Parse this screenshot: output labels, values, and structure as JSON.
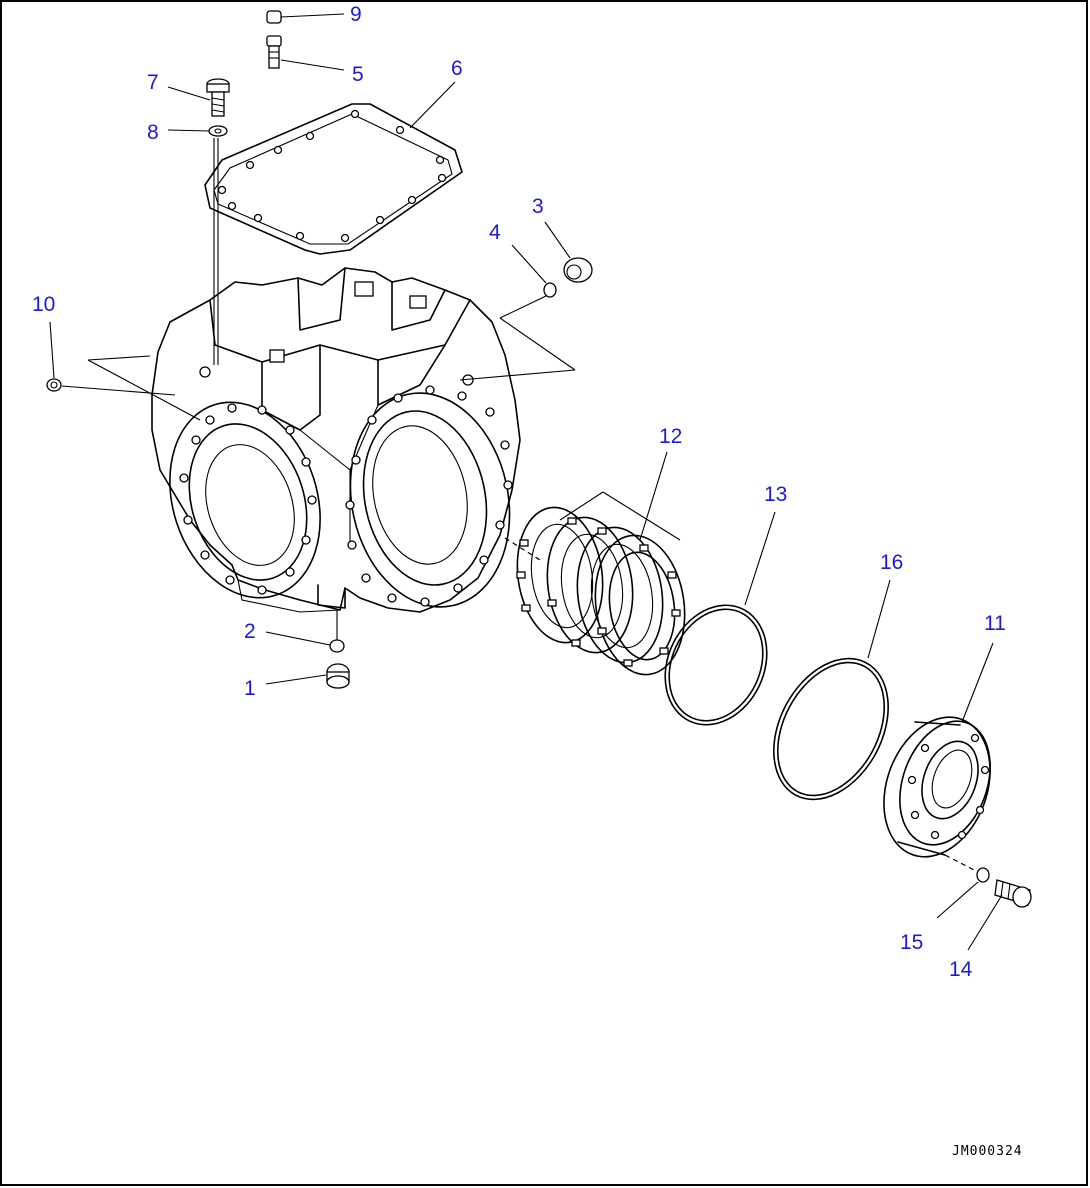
{
  "diagram": {
    "drawing_id": "JM000324",
    "callouts": [
      {
        "id": "c1",
        "label": "1"
      },
      {
        "id": "c2",
        "label": "2"
      },
      {
        "id": "c3",
        "label": "3"
      },
      {
        "id": "c4",
        "label": "4"
      },
      {
        "id": "c5",
        "label": "5"
      },
      {
        "id": "c6",
        "label": "6"
      },
      {
        "id": "c7",
        "label": "7"
      },
      {
        "id": "c8",
        "label": "8"
      },
      {
        "id": "c9",
        "label": "9"
      },
      {
        "id": "c10",
        "label": "10"
      },
      {
        "id": "c11",
        "label": "11"
      },
      {
        "id": "c12",
        "label": "12"
      },
      {
        "id": "c13",
        "label": "13"
      },
      {
        "id": "c14",
        "label": "14"
      },
      {
        "id": "c15",
        "label": "15"
      },
      {
        "id": "c16",
        "label": "16"
      }
    ],
    "colors": {
      "callout": "#1a1adf",
      "line": "#000000",
      "background": "#ffffff"
    }
  }
}
